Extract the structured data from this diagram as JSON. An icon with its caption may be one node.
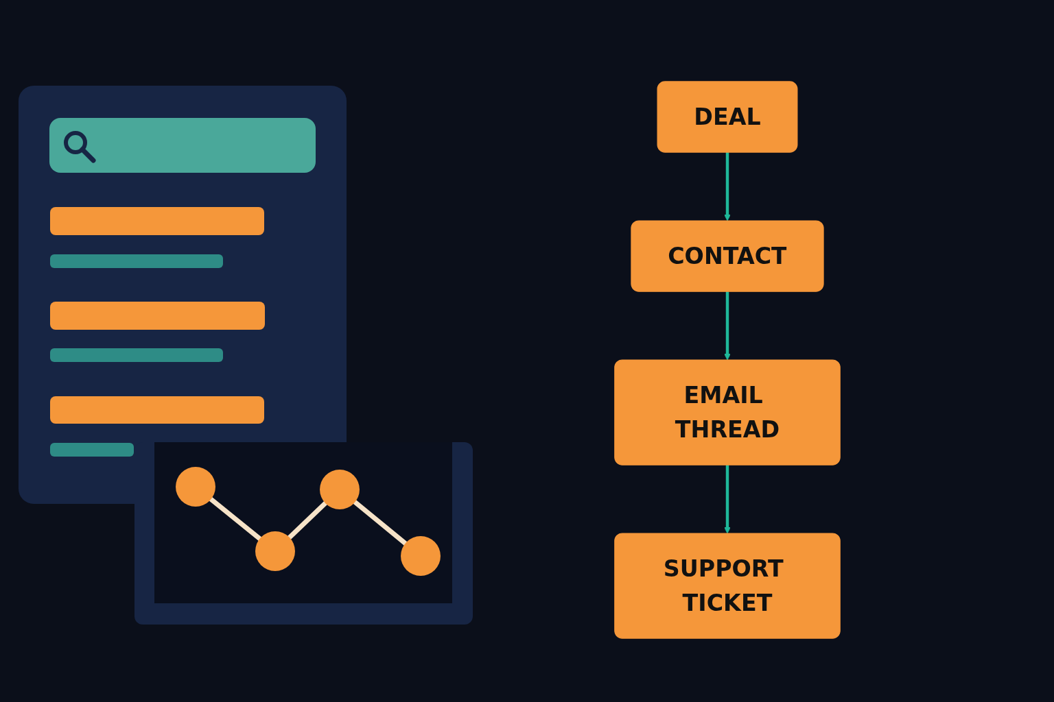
{
  "diagram": {
    "nodes": [
      {
        "text": [
          "DEAL"
        ]
      },
      {
        "text": [
          "CONTACT"
        ]
      },
      {
        "text": [
          "EMAIL THREAD"
        ]
      },
      {
        "text": [
          "SUPPORT TICKET"
        ]
      }
    ],
    "edges": [
      {
        "from": 0,
        "to": 1,
        "arrow": "to"
      },
      {
        "from": 1,
        "to": 2,
        "arrow": "to"
      },
      {
        "from": 2,
        "to": 3,
        "arrow": "to"
      }
    ]
  }
}
